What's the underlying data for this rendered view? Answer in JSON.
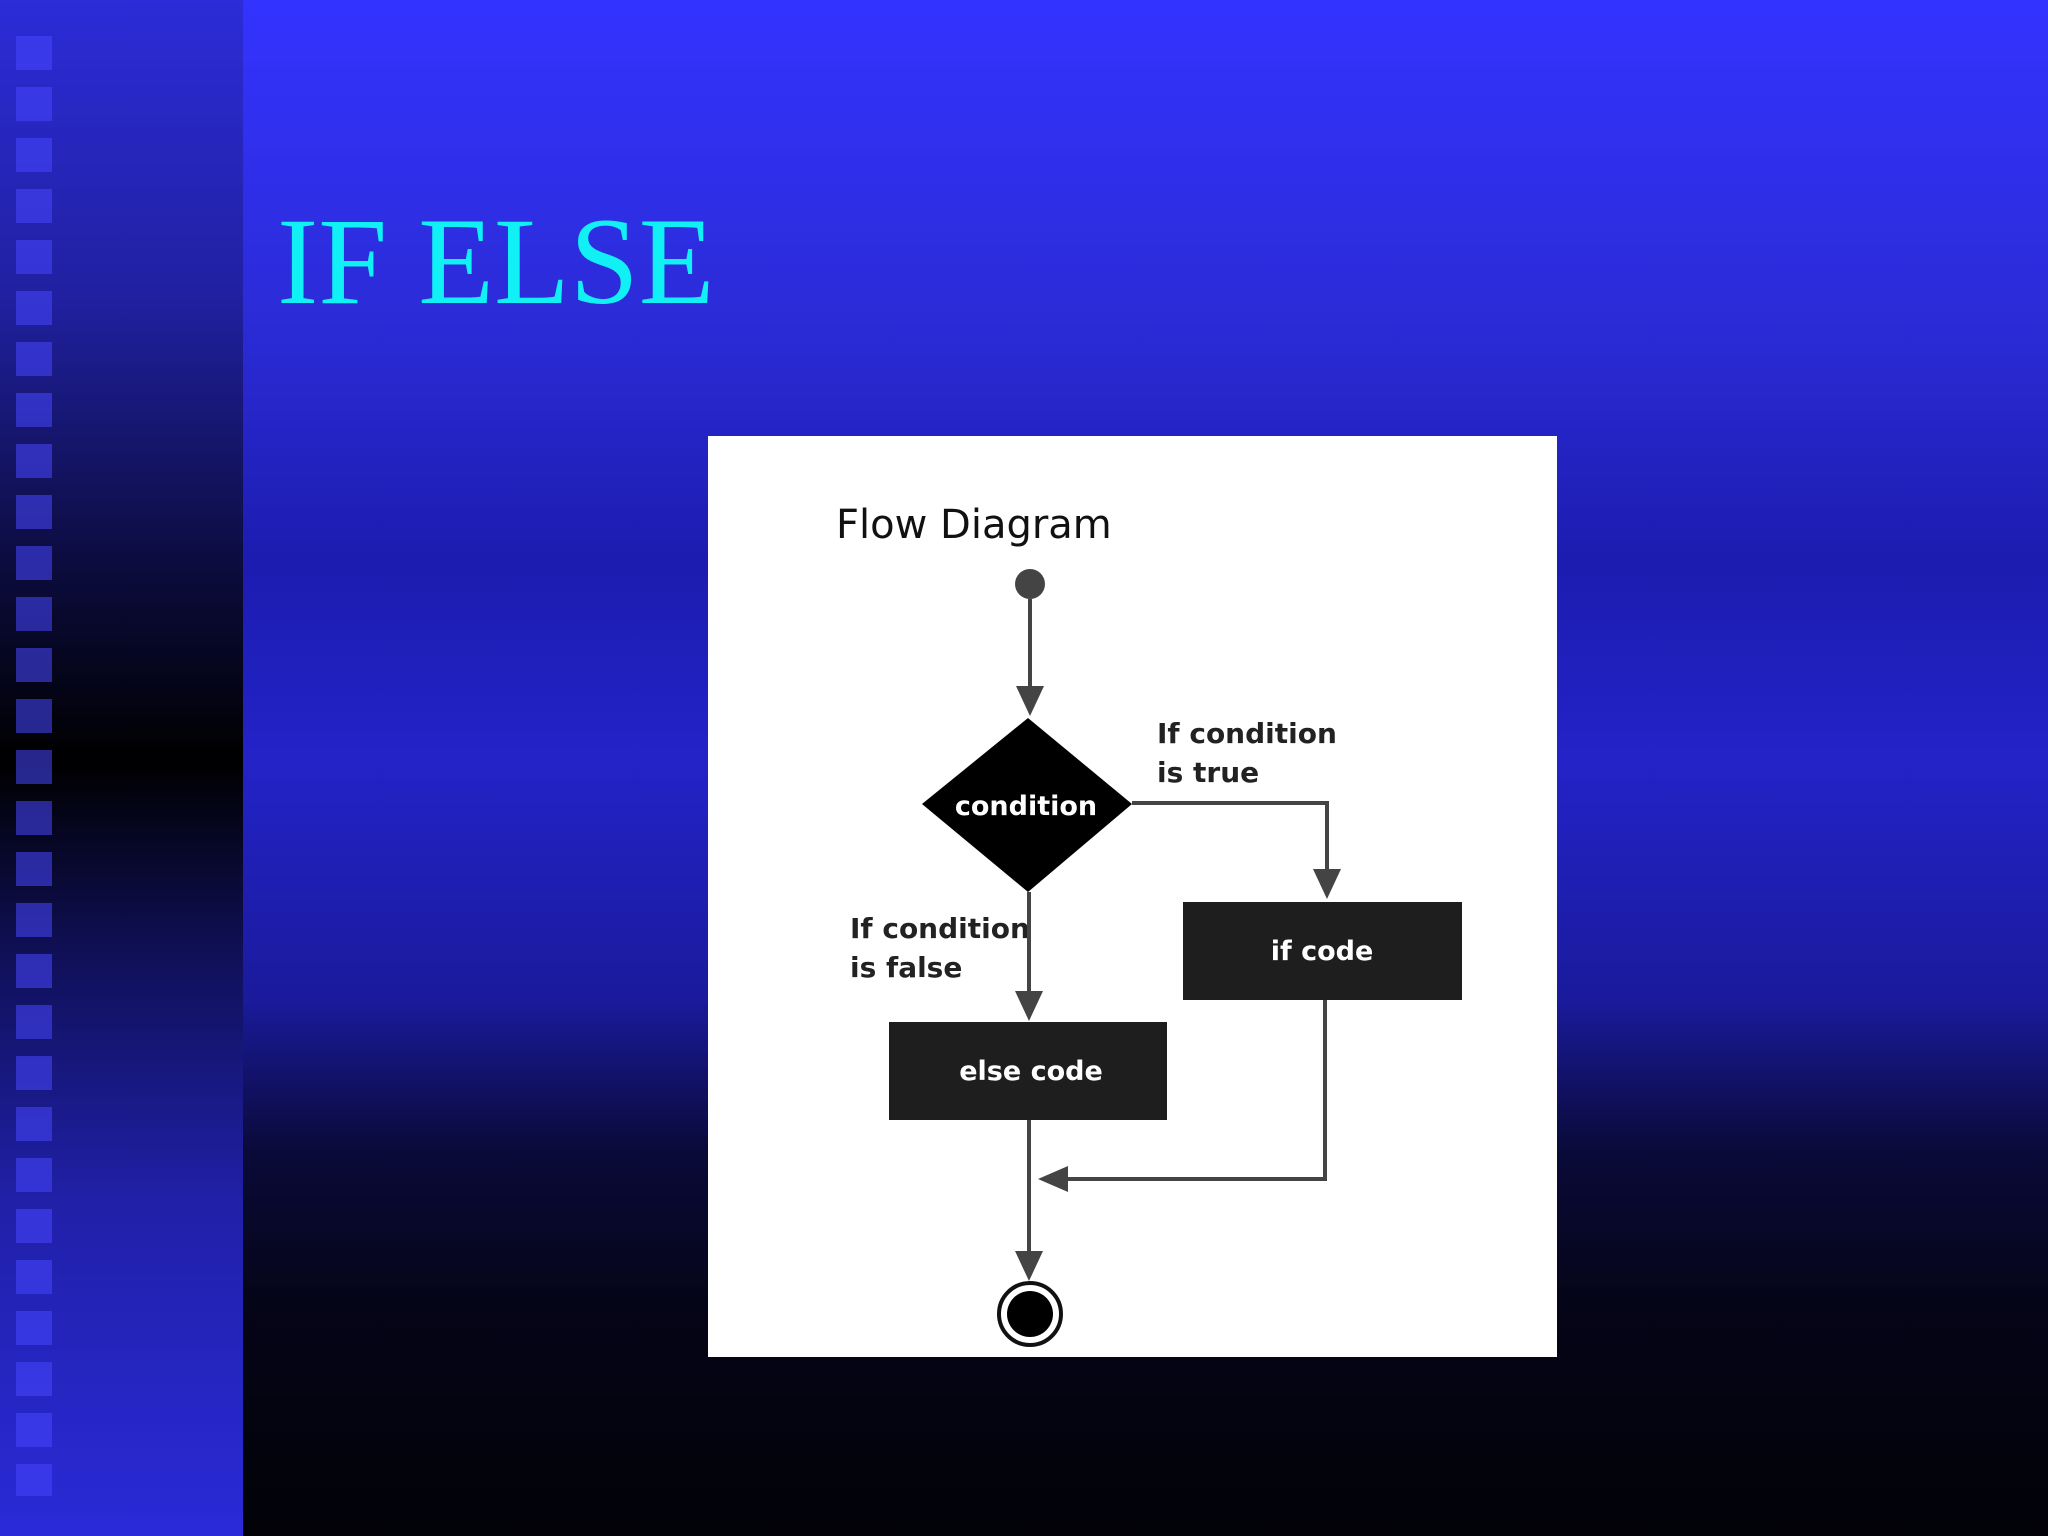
{
  "slide": {
    "title": "IF ELSE"
  },
  "diagram": {
    "heading": "Flow Diagram",
    "decision_label": "condition",
    "true_branch_label": [
      "If condition",
      "is true"
    ],
    "false_branch_label": [
      "If condition",
      "is false"
    ],
    "if_box_label": "if code",
    "else_box_label": "else code"
  },
  "colors": {
    "title": "#11f0f5",
    "shape_fill": "#000000",
    "box_fill": "#1e1e1e",
    "arrow": "#444444",
    "figure_bg": "#ffffff"
  }
}
